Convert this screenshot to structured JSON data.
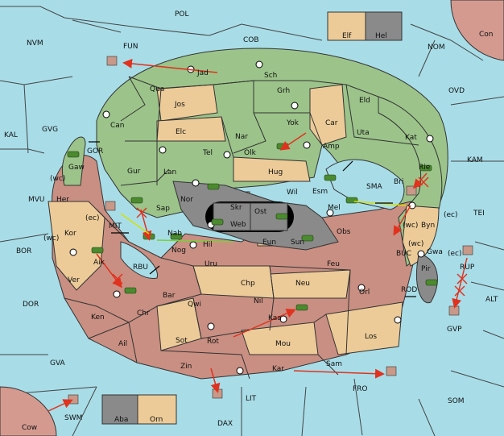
{
  "colors": {
    "sea": "#a8dde8",
    "green": "#9cc48a",
    "tan": "#eccb98",
    "red": "#c98f82",
    "gray": "#8a8a8a",
    "pink_land": "#d49a90",
    "order": "#e0321e",
    "support": "#d6e000"
  },
  "sea_labels": [
    {
      "id": "POL",
      "text": "POL"
    },
    {
      "id": "COB",
      "text": "COB"
    },
    {
      "id": "NVM",
      "text": "NVM"
    },
    {
      "id": "FUN",
      "text": "FUN"
    },
    {
      "id": "NOM",
      "text": "NOM"
    },
    {
      "id": "OVD",
      "text": "OVD"
    },
    {
      "id": "KAL",
      "text": "KAL"
    },
    {
      "id": "GVG",
      "text": "GVG"
    },
    {
      "id": "KAM",
      "text": "KAM"
    },
    {
      "id": "MVU",
      "text": "MVU"
    },
    {
      "id": "TEI",
      "text": "TEI"
    },
    {
      "id": "BOR",
      "text": "BOR"
    },
    {
      "id": "DOR",
      "text": "DOR"
    },
    {
      "id": "ALT",
      "text": "ALT"
    },
    {
      "id": "GVA",
      "text": "GVA"
    },
    {
      "id": "LIT",
      "text": "LIT"
    },
    {
      "id": "FRO",
      "text": "FRO"
    },
    {
      "id": "SOM",
      "text": "SOM"
    },
    {
      "id": "DAX",
      "text": "DAX"
    },
    {
      "id": "SWM",
      "text": "SWM"
    },
    {
      "id": "GVP",
      "text": "GVP"
    },
    {
      "id": "GOR",
      "text": "GOR"
    },
    {
      "id": "SMA",
      "text": "SMA"
    },
    {
      "id": "MIT",
      "text": "MIT"
    },
    {
      "id": "RBU",
      "text": "RBU"
    },
    {
      "id": "BUC",
      "text": "BUC"
    },
    {
      "id": "ROD",
      "text": "ROD"
    },
    {
      "id": "RUP",
      "text": "RUP"
    }
  ],
  "land_labels": [
    {
      "id": "Jad",
      "text": "Jad"
    },
    {
      "id": "Sch",
      "text": "Sch"
    },
    {
      "id": "Qua",
      "text": "Qua"
    },
    {
      "id": "Jos",
      "text": "Jos"
    },
    {
      "id": "Grh",
      "text": "Grh"
    },
    {
      "id": "Eld",
      "text": "Eld"
    },
    {
      "id": "Can",
      "text": "Can"
    },
    {
      "id": "Elc",
      "text": "Elc"
    },
    {
      "id": "Nar",
      "text": "Nar"
    },
    {
      "id": "Yok",
      "text": "Yok"
    },
    {
      "id": "Car",
      "text": "Car"
    },
    {
      "id": "Uta",
      "text": "Uta"
    },
    {
      "id": "Kat",
      "text": "Kat"
    },
    {
      "id": "Tel",
      "text": "Tel"
    },
    {
      "id": "Olk",
      "text": "Olk"
    },
    {
      "id": "Amp",
      "text": "Amp"
    },
    {
      "id": "Gur",
      "text": "Gur"
    },
    {
      "id": "Lan",
      "text": "Lan"
    },
    {
      "id": "Hug",
      "text": "Hug"
    },
    {
      "id": "Gaw",
      "text": "Gaw"
    },
    {
      "id": "Esm",
      "text": "Esm"
    },
    {
      "id": "Bri",
      "text": "Bri"
    },
    {
      "id": "Rie",
      "text": "Rie"
    },
    {
      "id": "Nor",
      "text": "Nor"
    },
    {
      "id": "Wil",
      "text": "Wil"
    },
    {
      "id": "Her",
      "text": "Her"
    },
    {
      "id": "Sap",
      "text": "Sap"
    },
    {
      "id": "Skr",
      "text": "Skr"
    },
    {
      "id": "Ost",
      "text": "Ost"
    },
    {
      "id": "Web",
      "text": "Web"
    },
    {
      "id": "Mel",
      "text": "Mel"
    },
    {
      "id": "Byn",
      "text": "Byn"
    },
    {
      "id": "Kor",
      "text": "Kor"
    },
    {
      "id": "Nab",
      "text": "Nab"
    },
    {
      "id": "Obs",
      "text": "Obs"
    },
    {
      "id": "Eun",
      "text": "Eun"
    },
    {
      "id": "Sun",
      "text": "Sun"
    },
    {
      "id": "Hil",
      "text": "Hil"
    },
    {
      "id": "Nog",
      "text": "Nog"
    },
    {
      "id": "Gwa",
      "text": "Gwa"
    },
    {
      "id": "Aik",
      "text": "Aik"
    },
    {
      "id": "Uru",
      "text": "Uru"
    },
    {
      "id": "Feu",
      "text": "Feu"
    },
    {
      "id": "Pir",
      "text": "Pir"
    },
    {
      "id": "Ver",
      "text": "Ver"
    },
    {
      "id": "Chp",
      "text": "Chp"
    },
    {
      "id": "Neu",
      "text": "Neu"
    },
    {
      "id": "Orl",
      "text": "Orl"
    },
    {
      "id": "Bar",
      "text": "Bar"
    },
    {
      "id": "Qwi",
      "text": "Qwi"
    },
    {
      "id": "Nil",
      "text": "Nil"
    },
    {
      "id": "Ken",
      "text": "Ken"
    },
    {
      "id": "Chr",
      "text": "Chr"
    },
    {
      "id": "Kaa",
      "text": "Kaa"
    },
    {
      "id": "Ail",
      "text": "Ail"
    },
    {
      "id": "Sot",
      "text": "Sot"
    },
    {
      "id": "Rot",
      "text": "Rot"
    },
    {
      "id": "Mou",
      "text": "Mou"
    },
    {
      "id": "Los",
      "text": "Los"
    },
    {
      "id": "Zin",
      "text": "Zin"
    },
    {
      "id": "Kar",
      "text": "Kar"
    },
    {
      "id": "Sam",
      "text": "Sam"
    },
    {
      "id": "Elf",
      "text": "Elf"
    },
    {
      "id": "Hel",
      "text": "Hel"
    },
    {
      "id": "Con",
      "text": "Con"
    },
    {
      "id": "Aba",
      "text": "Aba"
    },
    {
      "id": "Orn",
      "text": "Orn"
    },
    {
      "id": "Cow",
      "text": "Cow"
    }
  ],
  "coast_labels": [
    {
      "id": "wc_her",
      "text": "(wc)"
    },
    {
      "id": "ec_kor",
      "text": "(ec)"
    },
    {
      "id": "wc_kor",
      "text": "(wc)"
    },
    {
      "id": "wc_byn",
      "text": "(wc)"
    },
    {
      "id": "ec_byn",
      "text": "(ec)"
    },
    {
      "id": "wc_gwa",
      "text": "(wc)"
    },
    {
      "id": "ec_gwa",
      "text": "(ec)"
    }
  ]
}
